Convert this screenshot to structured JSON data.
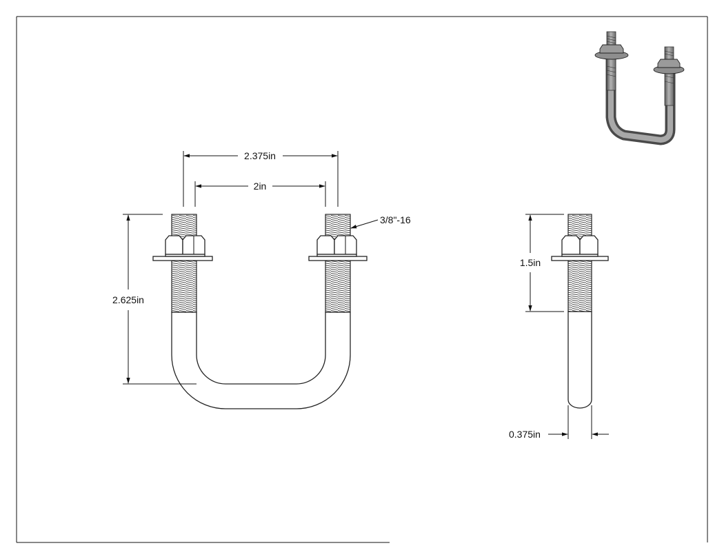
{
  "dimensions": {
    "overall_width": "2.375in",
    "inner_width": "2in",
    "thread_spec": "3/8\"-16",
    "height": "2.625in",
    "thread_length": "1.5in",
    "rod_diameter": "0.375in"
  },
  "colors": {
    "line": "#111111",
    "iso_metal": "#8e8e8e",
    "iso_dark": "#5a5a5a"
  }
}
